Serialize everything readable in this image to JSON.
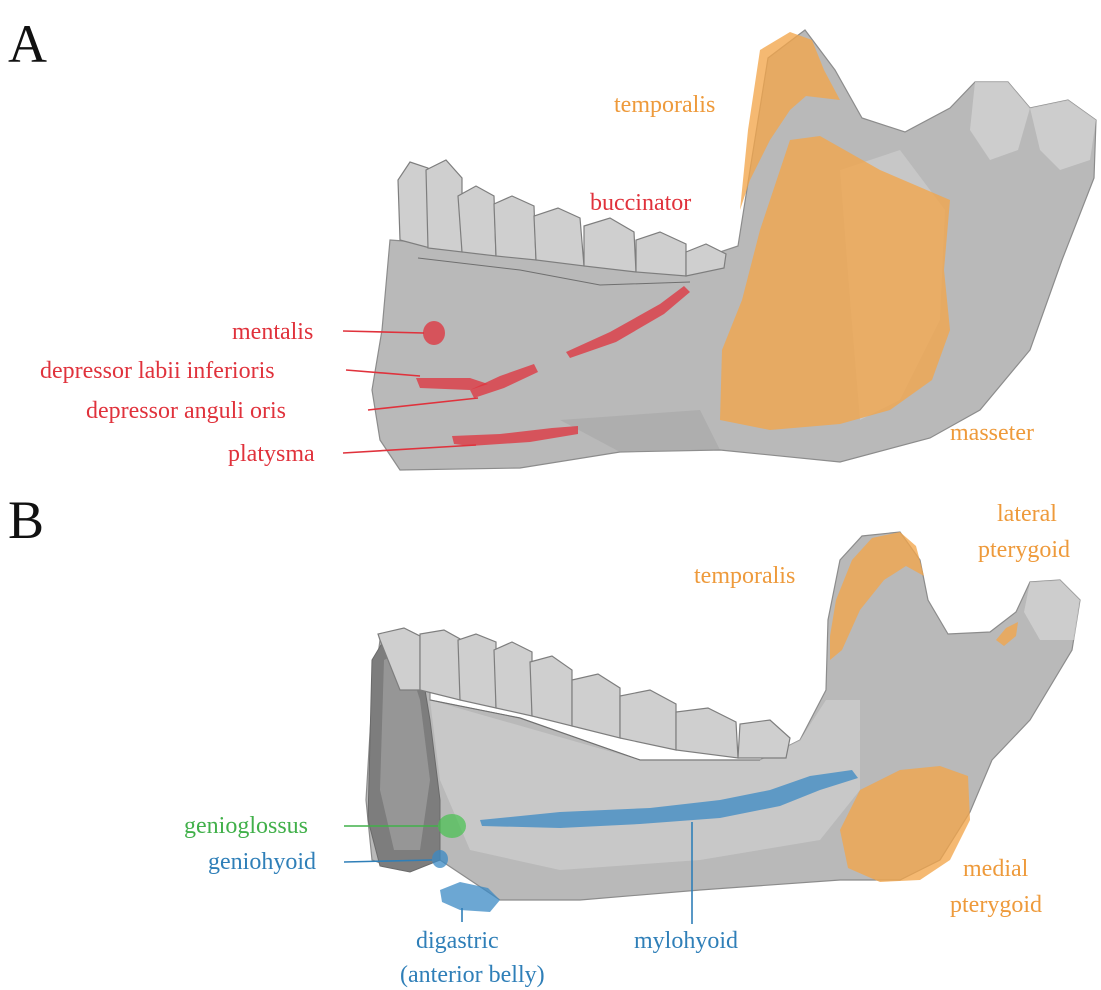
{
  "panels": [
    {
      "letter": "A",
      "labels": {
        "temporalis": "temporalis",
        "buccinator": "buccinator",
        "mentalis": "mentalis",
        "depressor_labii_inferioris": "depressor labii inferioris",
        "depressor_anguli_oris": "depressor anguli oris",
        "platysma": "platysma",
        "masseter": "masseter"
      }
    },
    {
      "letter": "B",
      "labels": {
        "temporalis": "temporalis",
        "lateral_pterygoid_line1": "lateral",
        "lateral_pterygoid_line2": "pterygoid",
        "genioglossus": "genioglossus",
        "geniohyoid": "geniohyoid",
        "digastric_line1": "digastric",
        "digastric_line2": "(anterior belly)",
        "mylohyoid": "mylohyoid",
        "medial_pterygoid_line1": "medial",
        "medial_pterygoid_line2": "pterygoid"
      }
    }
  ],
  "colors": {
    "red": "#e0323c",
    "orange": "#ee9a3b",
    "blue": "#2f7fb8",
    "green": "#41b04a",
    "bone": "#b9b9b9"
  }
}
